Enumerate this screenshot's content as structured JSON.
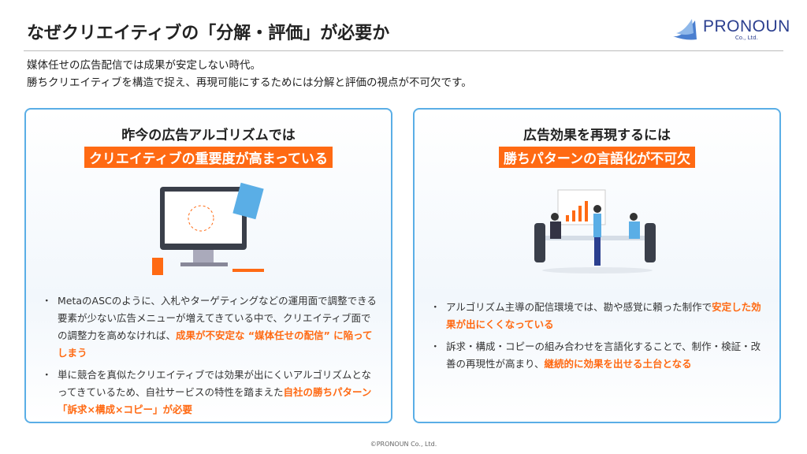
{
  "title": "なぜクリエイティブの「分解・評価」が必要か",
  "logo": {
    "name": "PRONOUN",
    "sub": "Co., Ltd."
  },
  "intro": [
    "媒体任せの広告配信では成果が安定しない時代。",
    "勝ちクリエイティブを構造で捉え、再現可能にするためには分解と評価の視点が不可欠です。"
  ],
  "left": {
    "heading": "昨今の広告アルゴリズムでは",
    "highlight": "クリエイティブの重要度が高まっている",
    "bullets": [
      {
        "text": "MetaのASCのように、入札やターゲティングなどの運用面で調整できる要素が少ない広告メニューが増えてきている中で、クリエイティブ面での調整力を高めなければ、",
        "em": "成果が不安定な “媒体任せの配信” に陥ってしまう"
      },
      {
        "text": "単に競合を真似たクリエイティブでは効果が出にくいアルゴリズムとなってきているため、自社サービスの特性を踏まえた",
        "em": "自社の勝ちパターン「訴求×構成×コピー」が必要"
      }
    ]
  },
  "right": {
    "heading": "広告効果を再現するには",
    "highlight": "勝ちパターンの言語化が不可欠",
    "bullets": [
      {
        "text": "アルゴリズム主導の配信環境では、勘や感覚に頼った制作で",
        "em": "安定した効果が出にくくなっている"
      },
      {
        "text": "訴求・構成・コピーの組み合わせを言語化することで、制作・検証・改善の再現性が高まり、",
        "em": "継続的に効果を出せる土台となる"
      }
    ]
  },
  "footer": "©PRONOUN Co., Ltd.",
  "colors": {
    "accent": "#ff6a13",
    "border": "#5aaee6"
  }
}
